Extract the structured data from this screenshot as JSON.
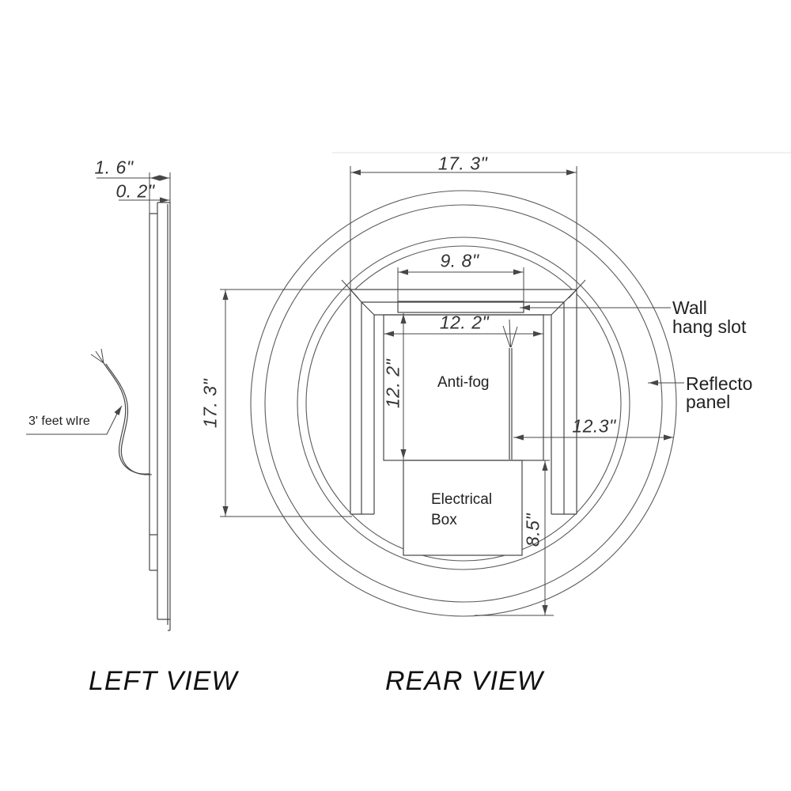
{
  "page": {
    "background": "#ffffff",
    "line_color": "#474747",
    "drawing_type": "mirror installation technical drawing"
  },
  "captions": {
    "left_view": "LEFT VIEW",
    "rear_view": "REAR VIEW"
  },
  "left_view": {
    "dim_total_depth": "1. 6\"",
    "dim_glass_thickness": "0. 2\"",
    "wire_label": "3' feet wIre"
  },
  "rear_view": {
    "dim_top_width": "17. 3\"",
    "dim_side_height": "17. 3\"",
    "dim_slot_width": "9. 8\"",
    "dim_panel_width": "12. 2\"",
    "dim_panel_height": "12. 2\"",
    "dim_wire_to_edge": "12.3\"",
    "dim_box_to_bottom": "8.5\"",
    "labels": {
      "wall_hang_slot_line1": "Wall",
      "wall_hang_slot_line2": "hang slot",
      "reflector_panel_line1": "Reflecto",
      "reflector_panel_line2": "panel",
      "anti_fog": "Anti-fog",
      "electrical_box_line1": "Electrical",
      "electrical_box_line2": "Box"
    }
  }
}
